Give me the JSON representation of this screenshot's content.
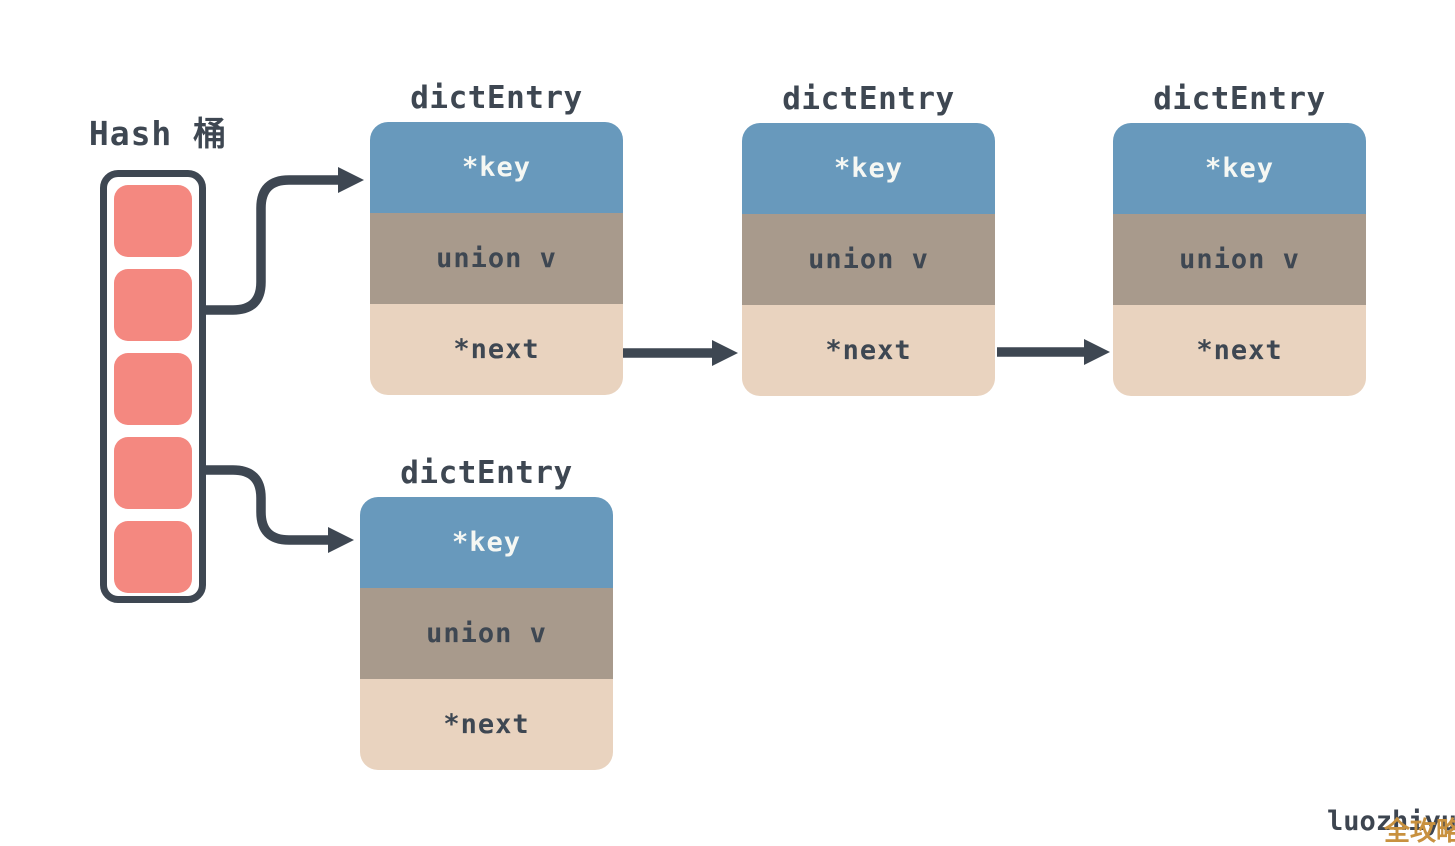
{
  "colors": {
    "ink": "#3E4752",
    "bucket_slot_pink": "#F48880",
    "key_blue": "#6899BC",
    "union_taupe": "#A89A8C",
    "next_tan": "#E9D3BF",
    "key_text_white": "#F5F7F3",
    "watermark_overlay_orange": "#C8913F"
  },
  "bucket": {
    "label": "Hash 桶",
    "slot_count": 5
  },
  "entries": [
    {
      "title": "dictEntry",
      "fields": [
        "*key",
        "union v",
        "*next"
      ]
    },
    {
      "title": "dictEntry",
      "fields": [
        "*key",
        "union v",
        "*next"
      ]
    },
    {
      "title": "dictEntry",
      "fields": [
        "*key",
        "union v",
        "*next"
      ]
    },
    {
      "title": "dictEntry",
      "fields": [
        "*key",
        "union v",
        "*next"
      ]
    }
  ],
  "watermark": {
    "text": "luozhiyun",
    "overlay": "全攻略"
  }
}
